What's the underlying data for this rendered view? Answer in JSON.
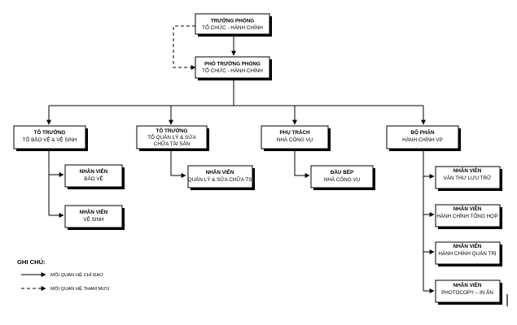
{
  "boxes": {
    "head": {
      "title": "TRƯỞNG PHÒNG",
      "sub": "TỔ CHỨC - HÀNH CHÍNH"
    },
    "deputy": {
      "title": "PHÓ TRƯỞNG PHÒNG",
      "sub": "TỔ CHỨC - HÀNH CHÍNH"
    },
    "dept1": {
      "title": "TỔ TRƯỞNG",
      "sub": "TỔ BẢO VỆ & VỆ SINH"
    },
    "dept2": {
      "title": "TỔ TRƯỞNG",
      "sub": "TỔ QUẢN LÝ & SỬA",
      "sub2": "CHỮA TÀI SẢN"
    },
    "dept3": {
      "title": "PHỤ TRÁCH",
      "sub": "NHÀ CÔNG VỤ"
    },
    "dept4": {
      "title": "BỘ PHẬN",
      "sub": "HÀNH CHÍNH VP"
    },
    "staff_guard": {
      "title": "NHÂN VIÊN",
      "sub": "BẢO VỆ"
    },
    "staff_clean": {
      "title": "NHÂN VIÊN",
      "sub": "VỆ SINH"
    },
    "staff_repair": {
      "title": "NHÂN VIÊN",
      "sub": "QUẢN LÝ & SỬA CHỮA TS"
    },
    "staff_chef": {
      "title": "ĐẦU BẾP",
      "sub": "NHÀ CÔNG VỤ"
    },
    "staff_archive": {
      "title": "NHÂN VIÊN",
      "sub": "VĂN THƯ LƯU TRỮ"
    },
    "staff_general": {
      "title": "NHÂN VIÊN",
      "sub": "HÀNH CHÍNH TỔNG HỢP"
    },
    "staff_admin": {
      "title": "NHÂN VIÊN",
      "sub": "HÀNH CHÍNH QUẢN TRỊ"
    },
    "staff_copy": {
      "title": "NHÂN VIÊN",
      "sub": "PHOTOCOPY – IN ẤN"
    }
  },
  "legend": {
    "title": "GHI CHÚ:",
    "solid": "MỐI QUAN HỆ CHỈ ĐẠO",
    "dashed": "MỐI QUAN HỆ THAM MƯU"
  },
  "colors": {
    "line": "#000000",
    "box_fill": "#ffffff",
    "shadow": "#000000"
  }
}
